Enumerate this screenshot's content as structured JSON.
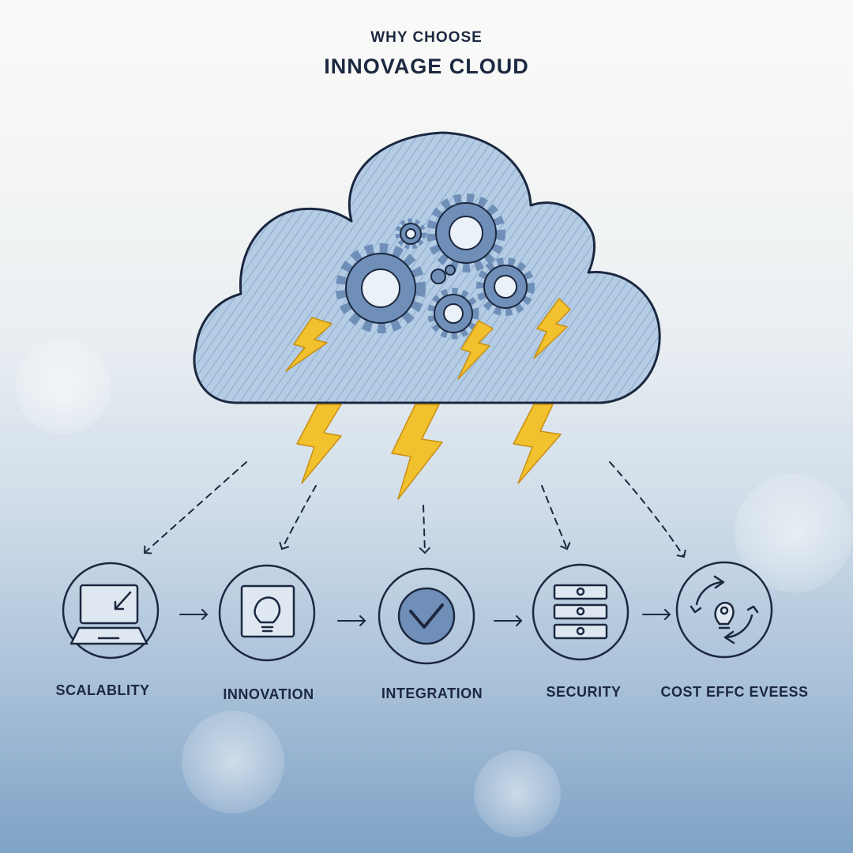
{
  "header": {
    "kicker": "WHY CHOOSE",
    "title": "INNOVAGE CLOUD"
  },
  "features": [
    {
      "label": "SCALABLITY",
      "icon": "laptop-icon"
    },
    {
      "label": "INNOVATION",
      "icon": "lightbulb-icon"
    },
    {
      "label": "INTEGRATION",
      "icon": "checkmark-icon"
    },
    {
      "label": "SECURITY",
      "icon": "server-icon"
    },
    {
      "label": "COST EFFC EVEESS",
      "icon": "lightbulb-cycle-icon"
    }
  ],
  "colors": {
    "ink": "#1c2840",
    "cloud_fill": "#a9c4e0",
    "gear": "#6f8fb8",
    "lightning": "#f2c12e"
  }
}
